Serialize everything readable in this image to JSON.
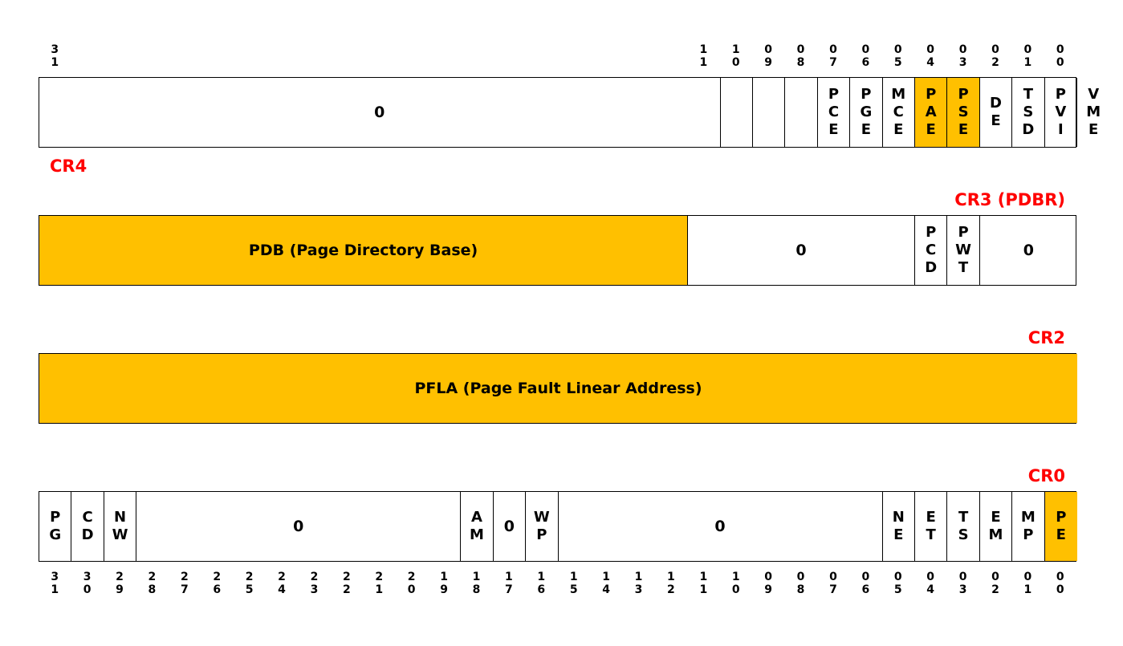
{
  "colors": {
    "highlight": "#FFC000",
    "register_name": "#FF0000",
    "border": "#000000"
  },
  "cr4": {
    "name": "CR4",
    "bit_numbers": [
      {
        "bit": 31,
        "text": "3\n1"
      },
      {
        "bit": 11,
        "text": "1\n1"
      },
      {
        "bit": 10,
        "text": "1\n0"
      },
      {
        "bit": 9,
        "text": "0\n9"
      },
      {
        "bit": 8,
        "text": "0\n8"
      },
      {
        "bit": 7,
        "text": "0\n7"
      },
      {
        "bit": 6,
        "text": "0\n6"
      },
      {
        "bit": 5,
        "text": "0\n5"
      },
      {
        "bit": 4,
        "text": "0\n4"
      },
      {
        "bit": 3,
        "text": "0\n3"
      },
      {
        "bit": 2,
        "text": "0\n2"
      },
      {
        "bit": 1,
        "text": "0\n1"
      },
      {
        "bit": 0,
        "text": "0\n0"
      }
    ],
    "fields": [
      {
        "label": "0",
        "bits": 21,
        "highlight": false,
        "vertical": false
      },
      {
        "label": "",
        "bits": 1,
        "highlight": false,
        "vertical": true
      },
      {
        "label": "",
        "bits": 1,
        "highlight": false,
        "vertical": true
      },
      {
        "label": "",
        "bits": 1,
        "highlight": false,
        "vertical": true
      },
      {
        "label": "P\nC\nE",
        "bits": 1,
        "highlight": false,
        "vertical": true
      },
      {
        "label": "P\nG\nE",
        "bits": 1,
        "highlight": false,
        "vertical": true
      },
      {
        "label": "M\nC\nE",
        "bits": 1,
        "highlight": false,
        "vertical": true
      },
      {
        "label": "P\nA\nE",
        "bits": 1,
        "highlight": true,
        "vertical": true
      },
      {
        "label": "P\nS\nE",
        "bits": 1,
        "highlight": true,
        "vertical": true
      },
      {
        "label": "D\nE",
        "bits": 1,
        "highlight": false,
        "vertical": true
      },
      {
        "label": "T\nS\nD",
        "bits": 1,
        "highlight": false,
        "vertical": true
      },
      {
        "label": "P\nV\nI",
        "bits": 1,
        "highlight": false,
        "vertical": true
      },
      {
        "label": "V\nM\nE",
        "bits": 1,
        "highlight": false,
        "vertical": true
      }
    ]
  },
  "cr3": {
    "name": "CR3 (PDBR)",
    "fields": [
      {
        "label": "PDB (Page Directory Base)",
        "bits": 20,
        "highlight": true,
        "vertical": false
      },
      {
        "label": "0",
        "bits": 7,
        "highlight": false,
        "vertical": false
      },
      {
        "label": "P\nC\nD",
        "bits": 1,
        "highlight": false,
        "vertical": true
      },
      {
        "label": "P\nW\nT",
        "bits": 1,
        "highlight": false,
        "vertical": true
      },
      {
        "label": "0",
        "bits": 3,
        "highlight": false,
        "vertical": false
      }
    ]
  },
  "cr2": {
    "name": "CR2",
    "fields": [
      {
        "label": "PFLA (Page Fault Linear Address)",
        "bits": 32,
        "highlight": true,
        "vertical": false
      }
    ]
  },
  "cr0": {
    "name": "CR0",
    "fields": [
      {
        "label": "P\nG",
        "bits": 1,
        "highlight": false,
        "vertical": true
      },
      {
        "label": "C\nD",
        "bits": 1,
        "highlight": false,
        "vertical": true
      },
      {
        "label": "N\nW",
        "bits": 1,
        "highlight": false,
        "vertical": true
      },
      {
        "label": "0",
        "bits": 10,
        "highlight": false,
        "vertical": false
      },
      {
        "label": "A\nM",
        "bits": 1,
        "highlight": false,
        "vertical": true
      },
      {
        "label": "0",
        "bits": 1,
        "highlight": false,
        "vertical": false
      },
      {
        "label": "W\nP",
        "bits": 1,
        "highlight": false,
        "vertical": true
      },
      {
        "label": "0",
        "bits": 10,
        "highlight": false,
        "vertical": false
      },
      {
        "label": "N\nE",
        "bits": 1,
        "highlight": false,
        "vertical": true
      },
      {
        "label": "E\nT",
        "bits": 1,
        "highlight": false,
        "vertical": true
      },
      {
        "label": "T\nS",
        "bits": 1,
        "highlight": false,
        "vertical": true
      },
      {
        "label": "E\nM",
        "bits": 1,
        "highlight": false,
        "vertical": true
      },
      {
        "label": "M\nP",
        "bits": 1,
        "highlight": false,
        "vertical": true
      },
      {
        "label": "P\nE",
        "bits": 1,
        "highlight": true,
        "vertical": true
      }
    ],
    "bit_numbers": [
      {
        "bit": 31,
        "text": "3\n1"
      },
      {
        "bit": 30,
        "text": "3\n0"
      },
      {
        "bit": 29,
        "text": "2\n9"
      },
      {
        "bit": 28,
        "text": "2\n8"
      },
      {
        "bit": 27,
        "text": "2\n7"
      },
      {
        "bit": 26,
        "text": "2\n6"
      },
      {
        "bit": 25,
        "text": "2\n5"
      },
      {
        "bit": 24,
        "text": "2\n4"
      },
      {
        "bit": 23,
        "text": "2\n3"
      },
      {
        "bit": 22,
        "text": "2\n2"
      },
      {
        "bit": 21,
        "text": "2\n1"
      },
      {
        "bit": 20,
        "text": "2\n0"
      },
      {
        "bit": 19,
        "text": "1\n9"
      },
      {
        "bit": 18,
        "text": "1\n8"
      },
      {
        "bit": 17,
        "text": "1\n7"
      },
      {
        "bit": 16,
        "text": "1\n6"
      },
      {
        "bit": 15,
        "text": "1\n5"
      },
      {
        "bit": 14,
        "text": "1\n4"
      },
      {
        "bit": 13,
        "text": "1\n3"
      },
      {
        "bit": 12,
        "text": "1\n2"
      },
      {
        "bit": 11,
        "text": "1\n1"
      },
      {
        "bit": 10,
        "text": "1\n0"
      },
      {
        "bit": 9,
        "text": "0\n9"
      },
      {
        "bit": 8,
        "text": "0\n8"
      },
      {
        "bit": 7,
        "text": "0\n7"
      },
      {
        "bit": 6,
        "text": "0\n6"
      },
      {
        "bit": 5,
        "text": "0\n5"
      },
      {
        "bit": 4,
        "text": "0\n4"
      },
      {
        "bit": 3,
        "text": "0\n3"
      },
      {
        "bit": 2,
        "text": "0\n2"
      },
      {
        "bit": 1,
        "text": "0\n1"
      },
      {
        "bit": 0,
        "text": "0\n0"
      }
    ]
  }
}
